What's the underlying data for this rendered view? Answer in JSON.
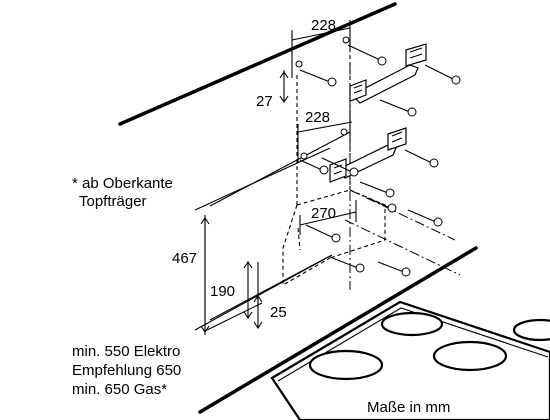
{
  "dimensions": {
    "top_width": "228",
    "top_offset": "27",
    "mid_width": "228",
    "depth": "270",
    "height_total": "467",
    "height_190": "190",
    "offset_25": "25"
  },
  "notes": {
    "asterisk_line1": "* ab Oberkante",
    "asterisk_line2": "Topfträger",
    "distance_line1": "min. 550 Elektro",
    "distance_line2": "Empfehlung 650",
    "distance_line3": "min. 650 Gas*",
    "units": "Maße in mm"
  }
}
